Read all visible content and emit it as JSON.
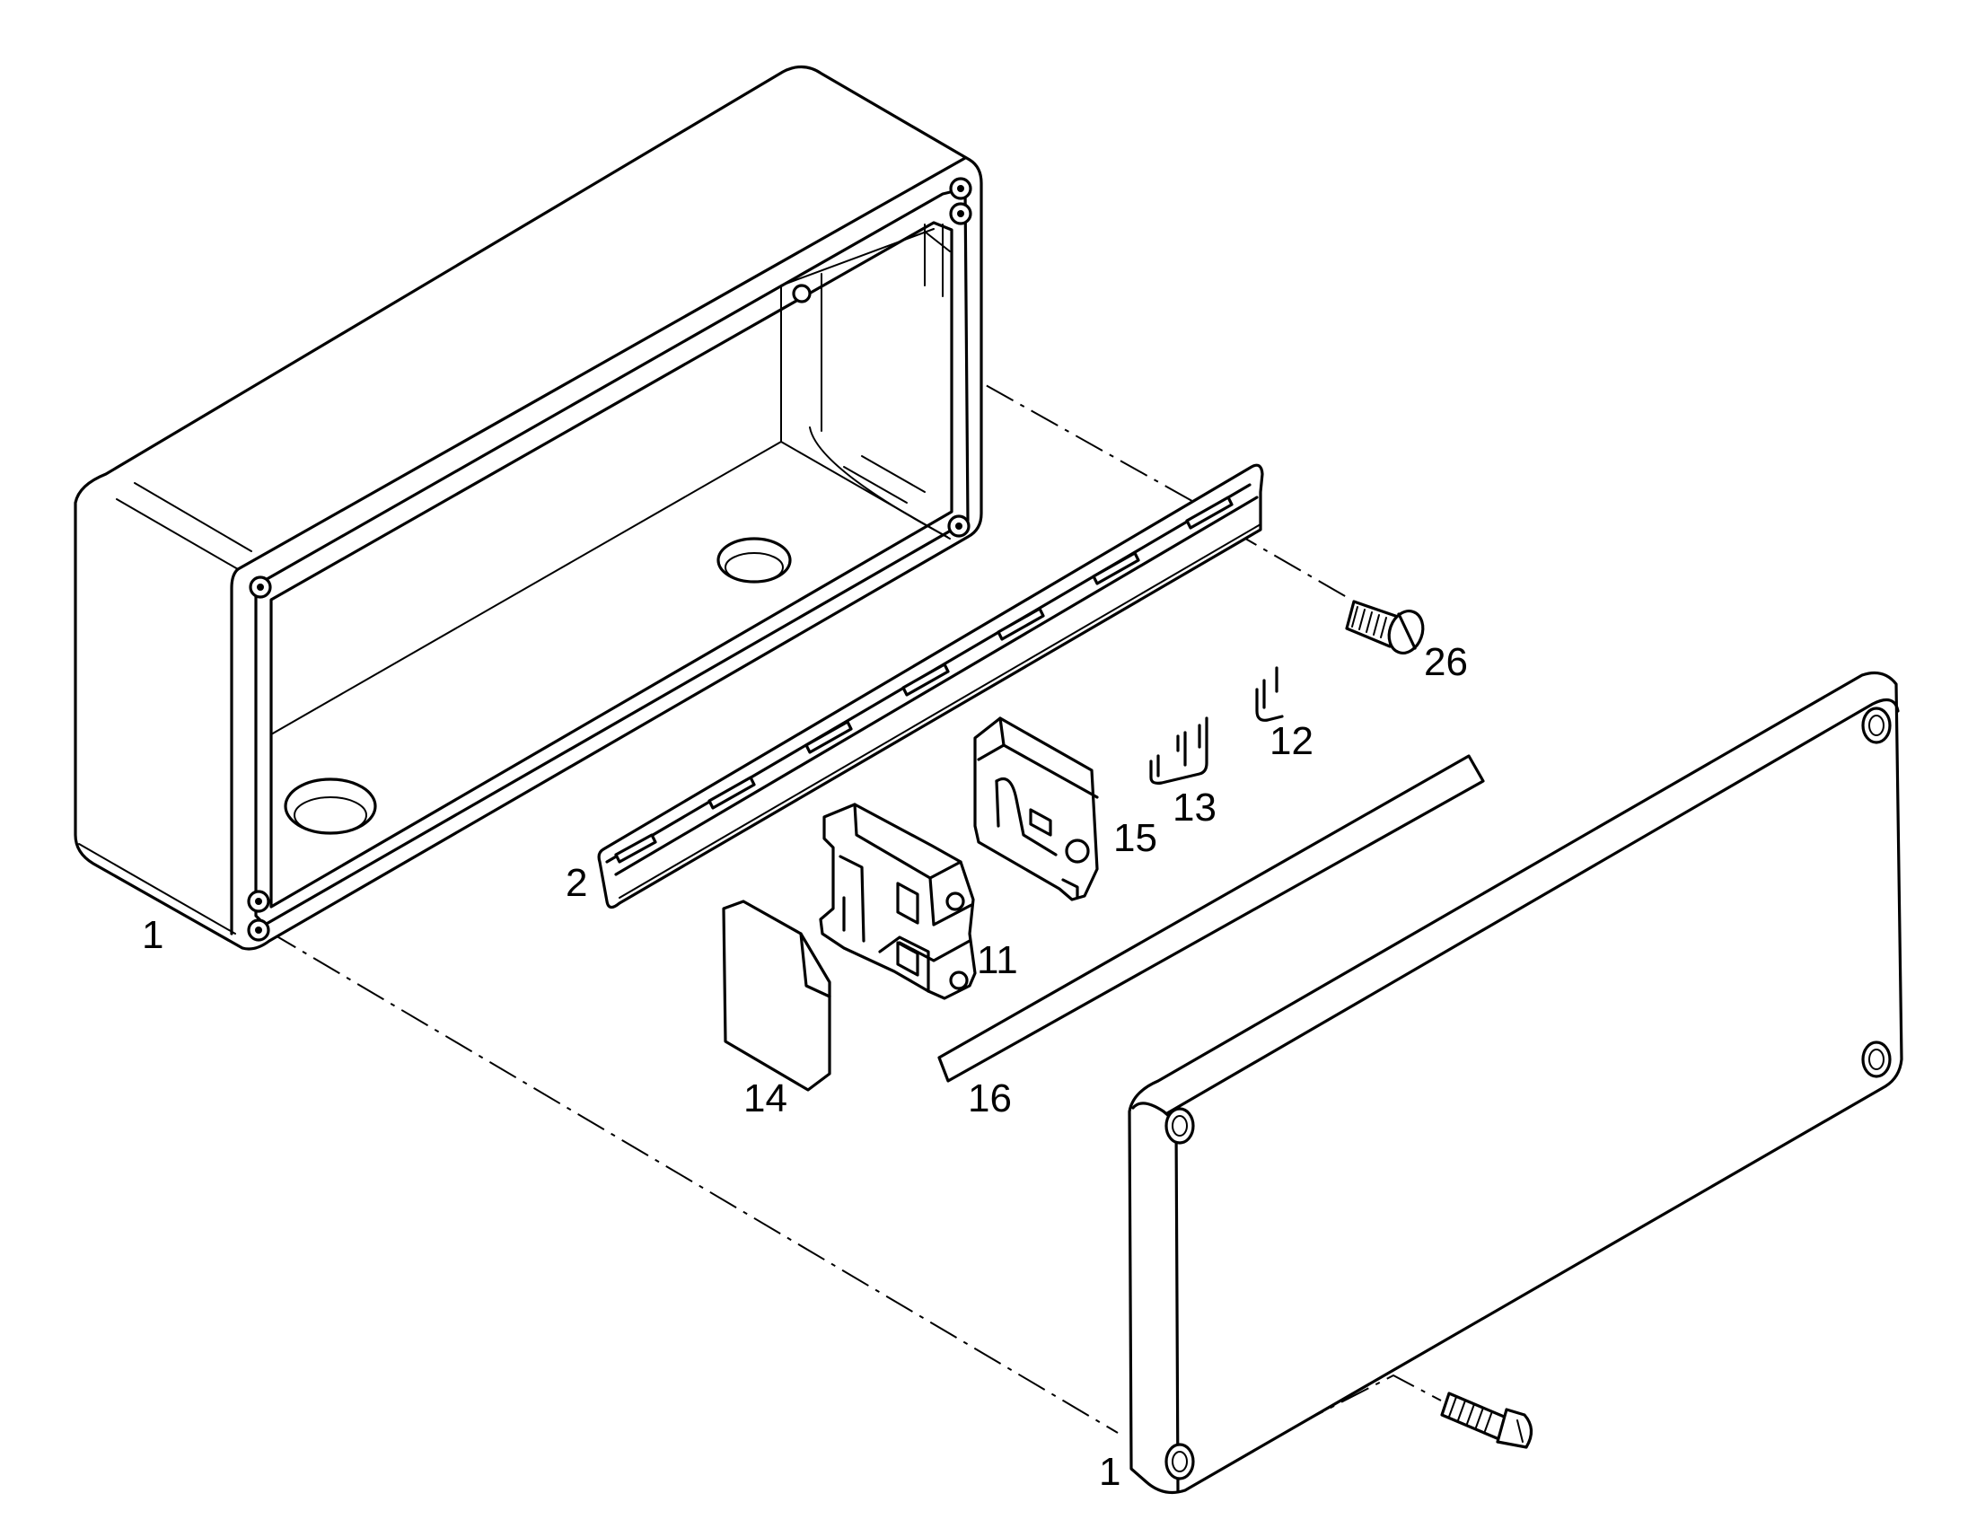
{
  "callouts": {
    "enclosure_body": "1",
    "enclosure_lid": "1",
    "mounting_rail": "2",
    "terminal_block": "11",
    "jumper_small": "12",
    "jumper_three": "13",
    "end_plate": "14",
    "end_bracket": "15",
    "marker_strip": "16",
    "rail_screw": "26"
  }
}
